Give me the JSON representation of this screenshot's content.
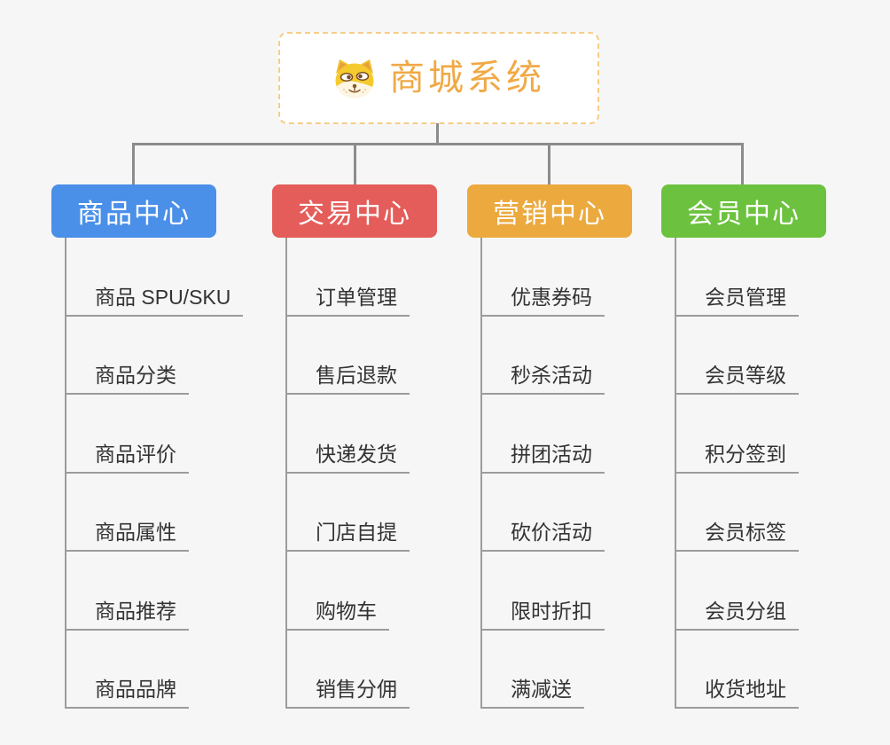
{
  "page": {
    "background": "#f6f6f6",
    "connector_color": "#8c8c8c"
  },
  "root": {
    "title": "商城系统",
    "icon": "doge-icon",
    "title_color": "#f0a945",
    "border_color": "#f6cd88"
  },
  "branches": [
    {
      "label": "商品中心",
      "color": "#4a8fe8",
      "items": [
        "商品 SPU/SKU",
        "商品分类",
        "商品评价",
        "商品属性",
        "商品推荐",
        "商品品牌"
      ]
    },
    {
      "label": "交易中心",
      "color": "#e45d5a",
      "items": [
        "订单管理",
        "售后退款",
        "快递发货",
        "门店自提",
        "购物车",
        "销售分佣"
      ]
    },
    {
      "label": "营销中心",
      "color": "#eba93e",
      "items": [
        "优惠券码",
        "秒杀活动",
        "拼团活动",
        "砍价活动",
        "限时折扣",
        "满减送"
      ]
    },
    {
      "label": "会员中心",
      "color": "#6cc23f",
      "items": [
        "会员管理",
        "会员等级",
        "积分签到",
        "会员标签",
        "会员分组",
        "收货地址"
      ]
    }
  ]
}
